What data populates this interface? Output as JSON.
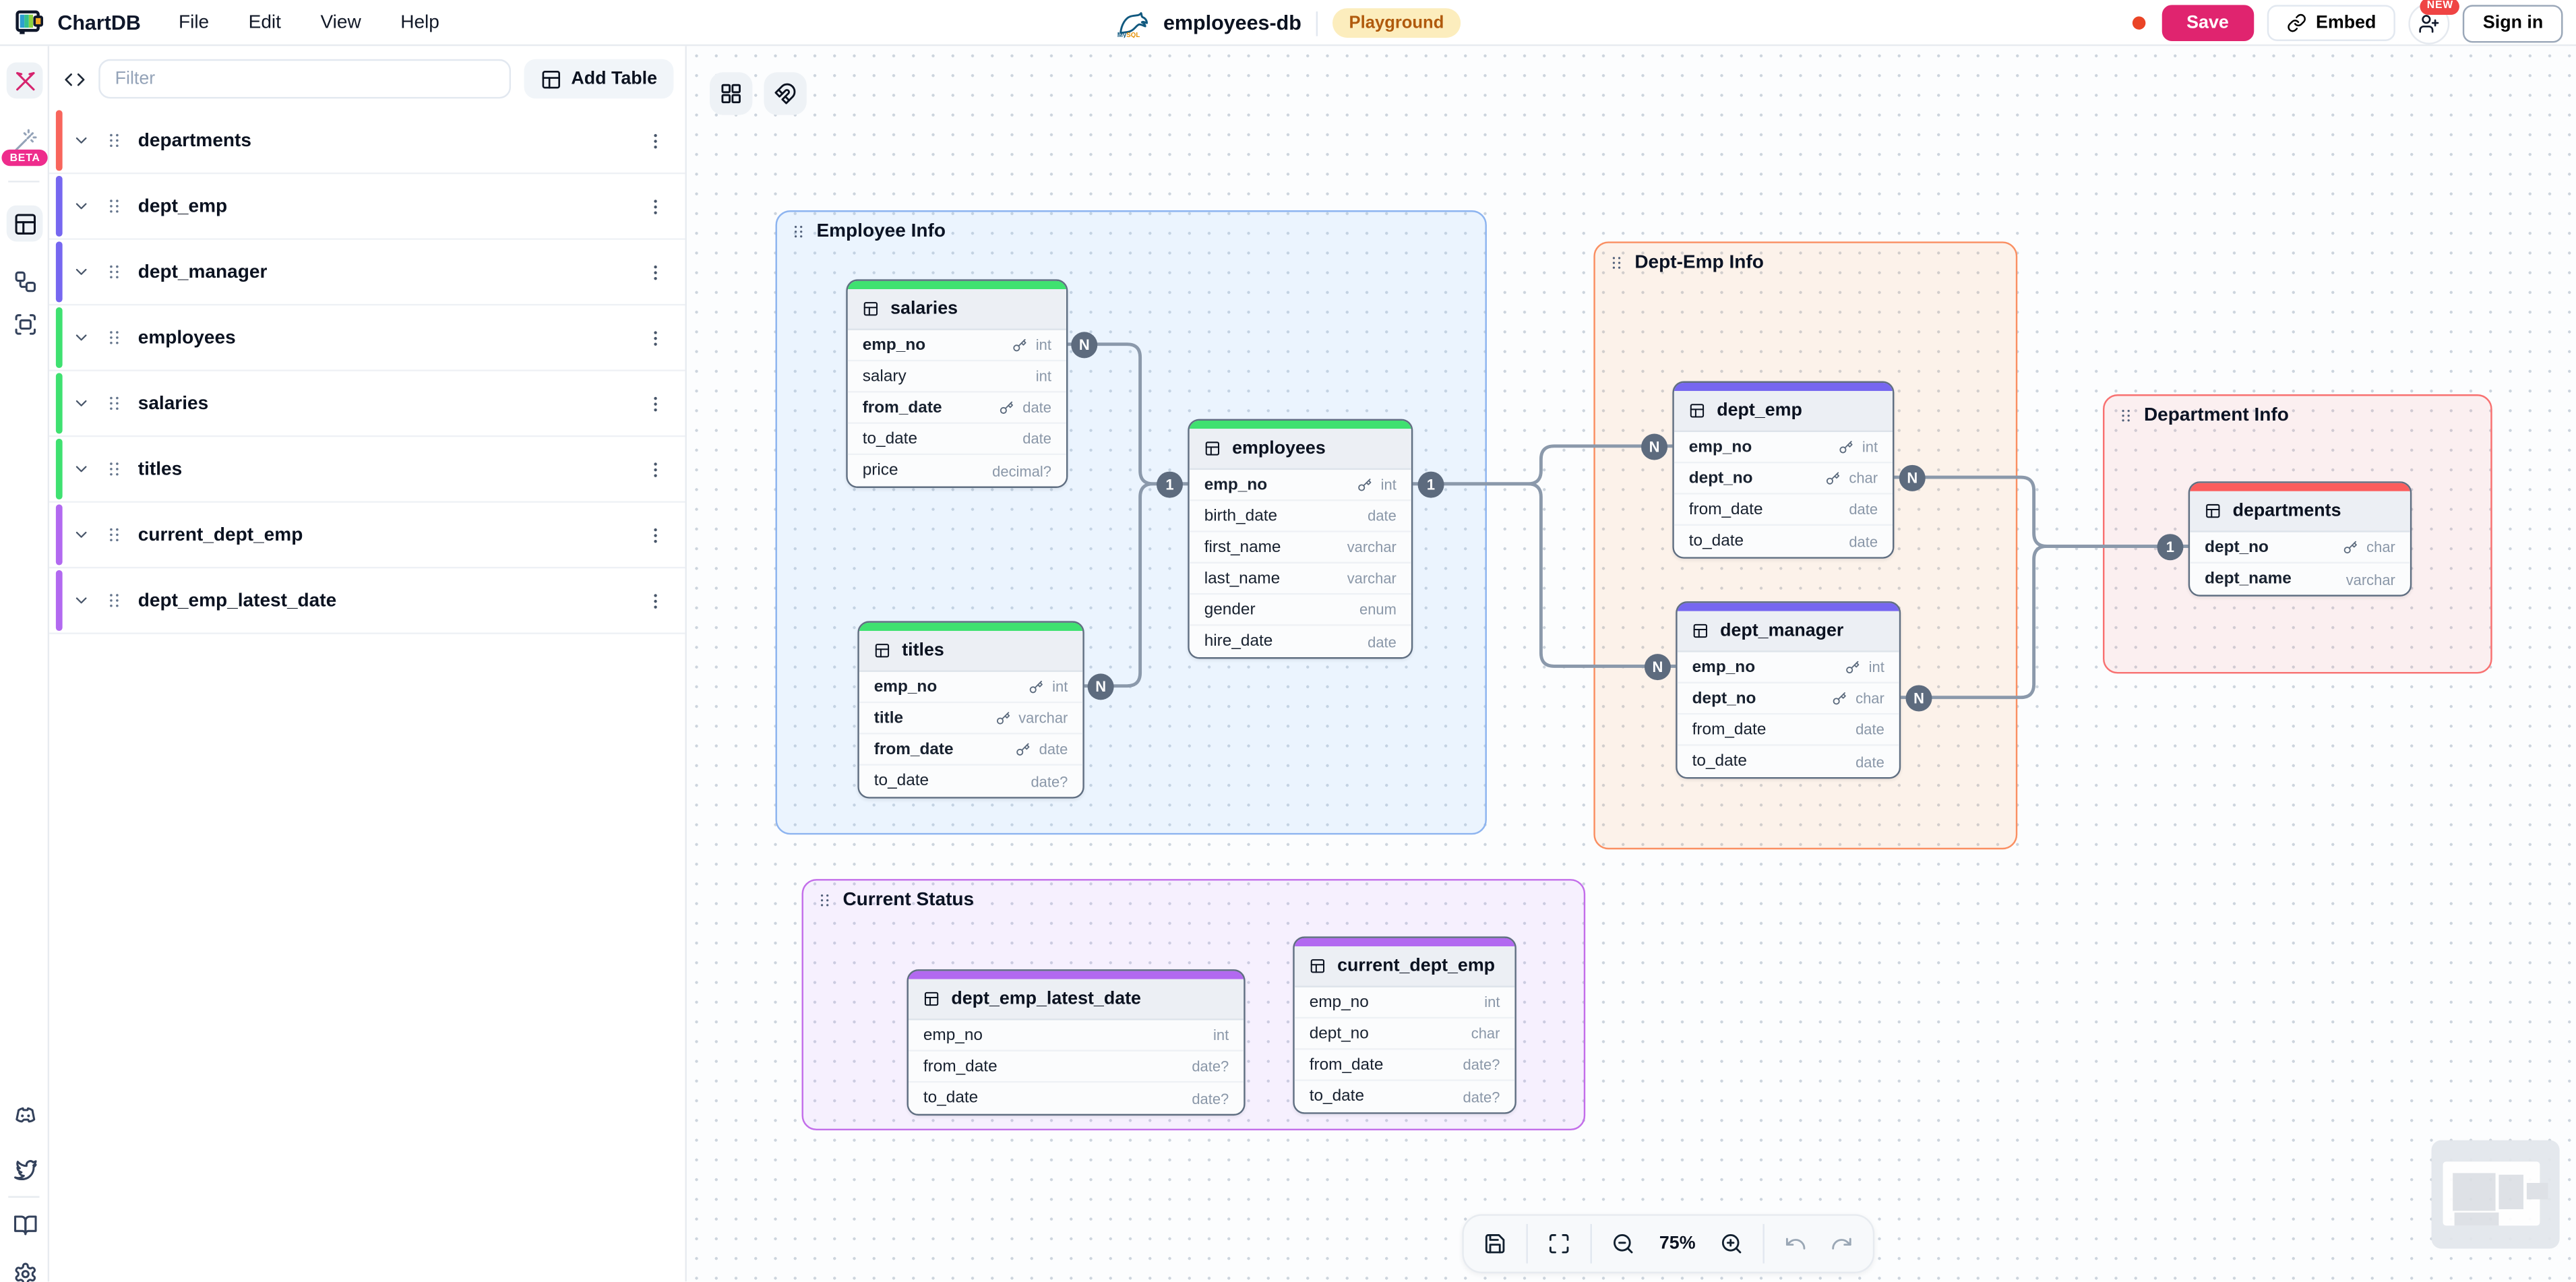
{
  "header": {
    "app_name": "ChartDB",
    "menu_items": [
      "File",
      "Edit",
      "View",
      "Help"
    ],
    "diagram_name": "employees-db",
    "db_type": "mysql",
    "env_badge": "Playground",
    "env_badge_bg": "#fcedbd",
    "env_badge_color": "#b05a0d",
    "save_label": "Save",
    "save_button_bg": "#e0246f",
    "embed_label": "Embed",
    "new_badge": "NEW",
    "signin_label": "Sign in",
    "unsaved_dot_color": "#ea4426"
  },
  "rail": {
    "beta_badge": "BETA",
    "accent_pink": "#d6246e"
  },
  "sidebar": {
    "filter_placeholder": "Filter",
    "add_table_label": "Add Table",
    "tables": [
      {
        "name": "departments",
        "color": "#f8655c"
      },
      {
        "name": "dept_emp",
        "color": "#7667f0"
      },
      {
        "name": "dept_manager",
        "color": "#7667f0"
      },
      {
        "name": "employees",
        "color": "#3fe170"
      },
      {
        "name": "salaries",
        "color": "#3fe170"
      },
      {
        "name": "titles",
        "color": "#3fe170"
      },
      {
        "name": "current_dept_emp",
        "color": "#b269f0"
      },
      {
        "name": "dept_emp_latest_date",
        "color": "#b269f0"
      }
    ]
  },
  "canvas": {
    "frames": [
      {
        "label": "Employee Info",
        "border": "#8db4f0",
        "bg": "rgba(147,197,253,0.16)"
      },
      {
        "label": "Dept-Emp Info",
        "border": "#fa8f62",
        "bg": "rgba(251,146,60,0.10)"
      },
      {
        "label": "Department Info",
        "border": "#f87171",
        "bg": "rgba(248,113,113,0.10)"
      },
      {
        "label": "Current Status",
        "border": "#c36eea",
        "bg": "rgba(192,132,252,0.10)"
      }
    ],
    "tables": [
      {
        "name": "salaries",
        "color": "#3fe170",
        "fields": [
          {
            "name": "emp_no",
            "type": "int",
            "pk": true
          },
          {
            "name": "salary",
            "type": "int"
          },
          {
            "name": "from_date",
            "type": "date",
            "pk": true
          },
          {
            "name": "to_date",
            "type": "date"
          },
          {
            "name": "price",
            "type": "decimal?"
          }
        ]
      },
      {
        "name": "employees",
        "color": "#3fe170",
        "fields": [
          {
            "name": "emp_no",
            "type": "int",
            "pk": true
          },
          {
            "name": "birth_date",
            "type": "date"
          },
          {
            "name": "first_name",
            "type": "varchar"
          },
          {
            "name": "last_name",
            "type": "varchar"
          },
          {
            "name": "gender",
            "type": "enum"
          },
          {
            "name": "hire_date",
            "type": "date"
          }
        ]
      },
      {
        "name": "titles",
        "color": "#3fe170",
        "fields": [
          {
            "name": "emp_no",
            "type": "int",
            "pk": true
          },
          {
            "name": "title",
            "type": "varchar",
            "pk": true
          },
          {
            "name": "from_date",
            "type": "date",
            "pk": true
          },
          {
            "name": "to_date",
            "type": "date?"
          }
        ]
      },
      {
        "name": "dept_emp",
        "color": "#7667f0",
        "fields": [
          {
            "name": "emp_no",
            "type": "int",
            "pk": true
          },
          {
            "name": "dept_no",
            "type": "char",
            "pk": true
          },
          {
            "name": "from_date",
            "type": "date"
          },
          {
            "name": "to_date",
            "type": "date"
          }
        ]
      },
      {
        "name": "dept_manager",
        "color": "#7667f0",
        "fields": [
          {
            "name": "emp_no",
            "type": "int",
            "pk": true
          },
          {
            "name": "dept_no",
            "type": "char",
            "pk": true
          },
          {
            "name": "from_date",
            "type": "date"
          },
          {
            "name": "to_date",
            "type": "date"
          }
        ]
      },
      {
        "name": "departments",
        "color": "#fb5d5d",
        "fields": [
          {
            "name": "dept_no",
            "type": "char",
            "pk": true
          },
          {
            "name": "dept_name",
            "type": "varchar",
            "pk": true
          }
        ]
      },
      {
        "name": "dept_emp_latest_date",
        "color": "#b269f0",
        "fields": [
          {
            "name": "emp_no",
            "type": "int"
          },
          {
            "name": "from_date",
            "type": "date?"
          },
          {
            "name": "to_date",
            "type": "date?"
          }
        ]
      },
      {
        "name": "current_dept_emp",
        "color": "#b269f0",
        "fields": [
          {
            "name": "emp_no",
            "type": "int"
          },
          {
            "name": "dept_no",
            "type": "char"
          },
          {
            "name": "from_date",
            "type": "date?"
          },
          {
            "name": "to_date",
            "type": "date?"
          }
        ]
      }
    ],
    "badges": [
      "N",
      "N",
      "1",
      "1",
      "N",
      "N",
      "N",
      "N",
      "1"
    ],
    "toolbar": {
      "zoom_level": "75%"
    }
  }
}
